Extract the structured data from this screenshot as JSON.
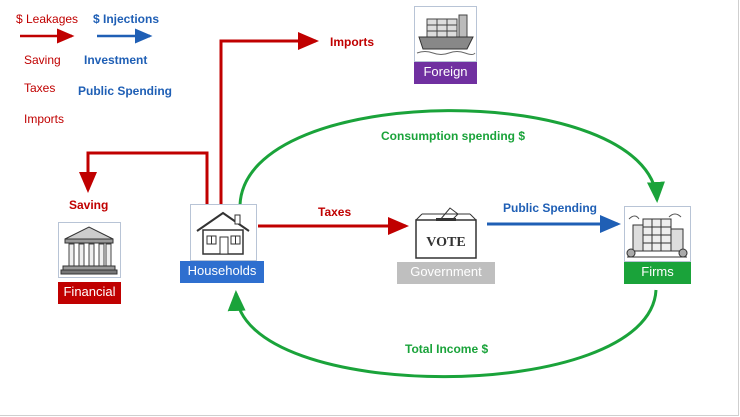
{
  "legend": {
    "leakages_label": "$ Leakages",
    "injections_label": "$ Injections",
    "leakage_items": [
      "Saving",
      "Taxes",
      "Imports"
    ],
    "injection_items": [
      "Investment",
      "Public Spending"
    ]
  },
  "nodes": {
    "foreign": "Foreign",
    "financial": "Financial",
    "households": "Households",
    "government": "Government",
    "firms": "Firms"
  },
  "flows": {
    "imports": "Imports",
    "saving": "Saving",
    "taxes": "Taxes",
    "public_spending": "Public Spending",
    "consumption": "Consumption spending $",
    "total_income": "Total Income $"
  },
  "colors": {
    "leakage": "#c00000",
    "injection": "#1f5fb5",
    "circular_flow": "#1aa33a",
    "foreign_box": "#7030a0",
    "financial_box": "#c00000",
    "households_box": "#2e6fcf",
    "government_box": "#bfbfbf",
    "firms_box": "#1aa33a"
  },
  "icons": {
    "foreign": "cargo-ship-icon",
    "financial": "bank-building-icon",
    "households": "house-icon",
    "government": "ballot-box-icon",
    "firms": "factory-building-icon"
  }
}
